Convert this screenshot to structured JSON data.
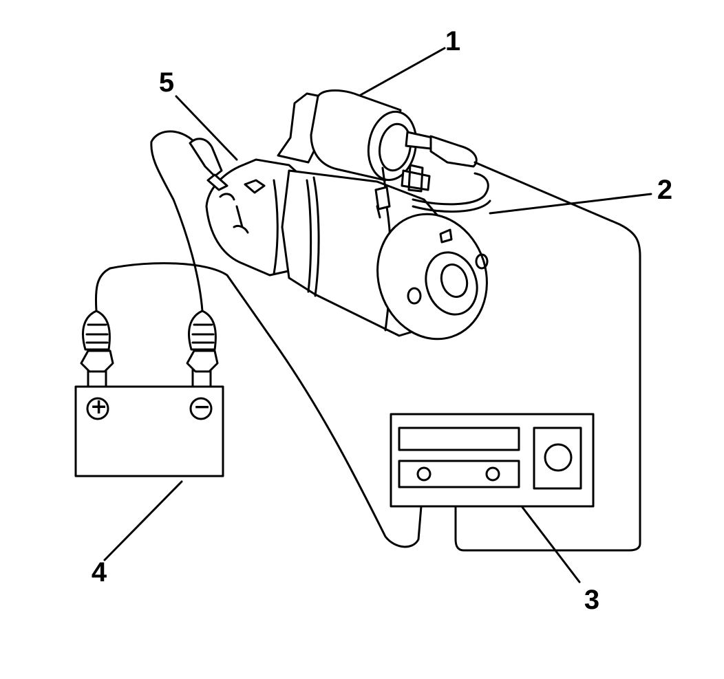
{
  "callouts": {
    "c1": "1",
    "c2": "2",
    "c3": "3",
    "c4": "4",
    "c5": "5"
  },
  "battery": {
    "positive_symbol": "+",
    "negative_symbol": "−"
  },
  "colors": {
    "ink": "#000000",
    "paper": "#ffffff"
  }
}
